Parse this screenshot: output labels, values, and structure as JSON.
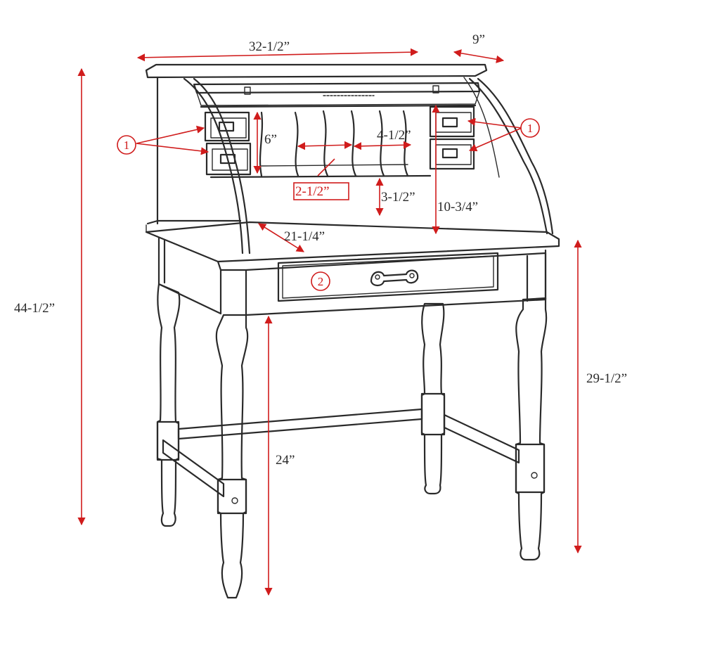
{
  "dimensions": {
    "overall_width": "32-1/2”",
    "depth": "9”",
    "overall_height": "44-1/2”",
    "desk_height": "29-1/2”",
    "knee_clearance": "24”",
    "writing_depth": "21-1/4”",
    "hutch_opening_height": "10-3/4”",
    "cubby_height": "6”",
    "cubby_width": "4-1/2”",
    "slot_width": "2-1/2”",
    "lower_cubby_height": "3-1/2”"
  },
  "callouts": {
    "drawers_small": "1",
    "drawer_main": "2"
  },
  "colors": {
    "annotation": "#d01c1c",
    "line": "#2a2a2a"
  }
}
